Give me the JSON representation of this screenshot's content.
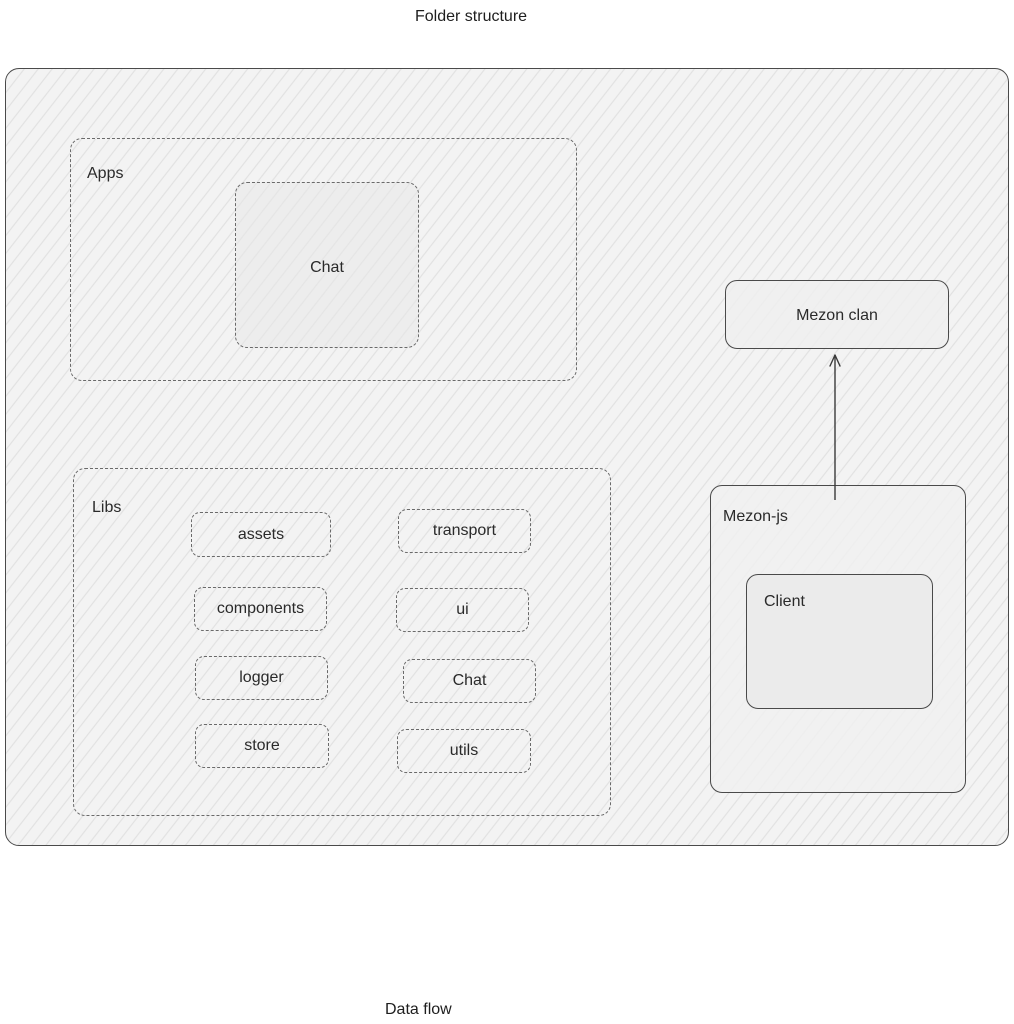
{
  "captions": {
    "top": "Folder structure",
    "bottom": "Data flow"
  },
  "apps": {
    "label": "Apps",
    "chat": "Chat"
  },
  "libs": {
    "label": "Libs",
    "items": [
      "assets",
      "transport",
      "components",
      "ui",
      "logger",
      "Chat",
      "store",
      "utils"
    ]
  },
  "mezon_clan": {
    "label": "Mezon clan"
  },
  "mezon_js": {
    "label": "Mezon-js",
    "client": "Client"
  }
}
